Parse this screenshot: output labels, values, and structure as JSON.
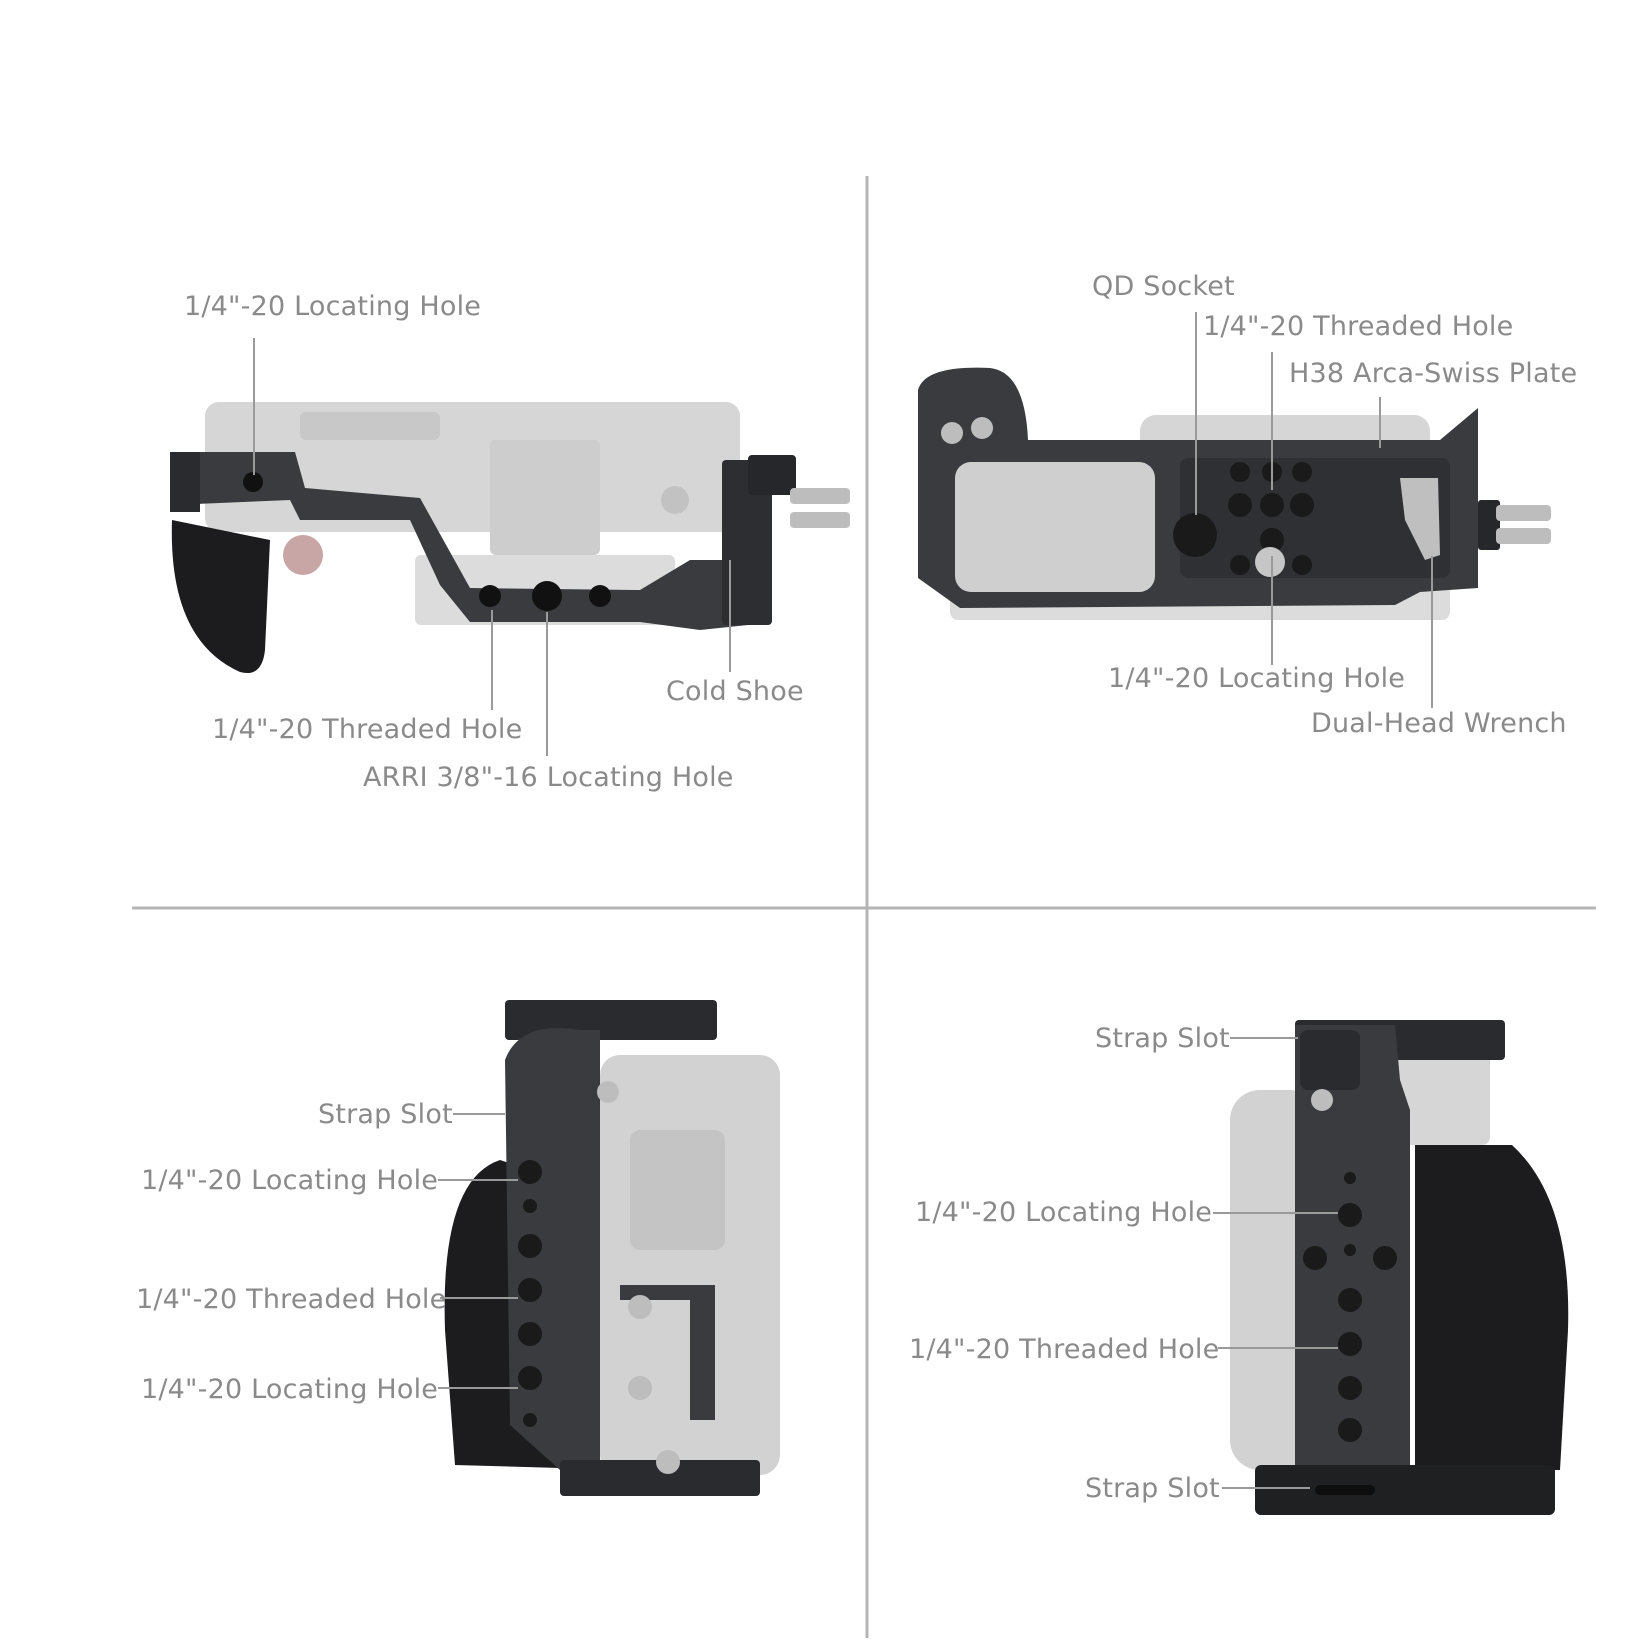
{
  "panels": {
    "top_view": {
      "labels": {
        "locating_hole_top": "1/4\"-20 Locating Hole",
        "threaded_hole": "1/4\"-20 Threaded Hole",
        "arri_hole": "ARRI 3/8\"-16 Locating Hole",
        "cold_shoe": "Cold Shoe"
      }
    },
    "bottom_view": {
      "labels": {
        "qd_socket": "QD Socket",
        "threaded_hole": "1/4\"-20 Threaded Hole",
        "arca_plate": "H38 Arca-Swiss Plate",
        "locating_hole": "1/4\"-20 Locating Hole",
        "wrench": "Dual-Head Wrench"
      }
    },
    "left_side_view": {
      "labels": {
        "strap_slot": "Strap Slot",
        "locating_hole_1": "1/4\"-20 Locating Hole",
        "threaded_hole": "1/4\"-20 Threaded Hole",
        "locating_hole_2": "1/4\"-20 Locating Hole"
      }
    },
    "right_side_view": {
      "labels": {
        "strap_slot_top": "Strap Slot",
        "locating_hole": "1/4\"-20 Locating Hole",
        "threaded_hole": "1/4\"-20 Threaded Hole",
        "strap_slot_bottom": "Strap Slot"
      }
    }
  },
  "colors": {
    "label_text": "#8a8a8a",
    "leader_line": "#9a9a9a",
    "divider": "#b5b5b5",
    "cage_metal": "#3a3b3e",
    "camera_body": "#d4d4d4",
    "grip_rubber": "#1c1c1e"
  }
}
